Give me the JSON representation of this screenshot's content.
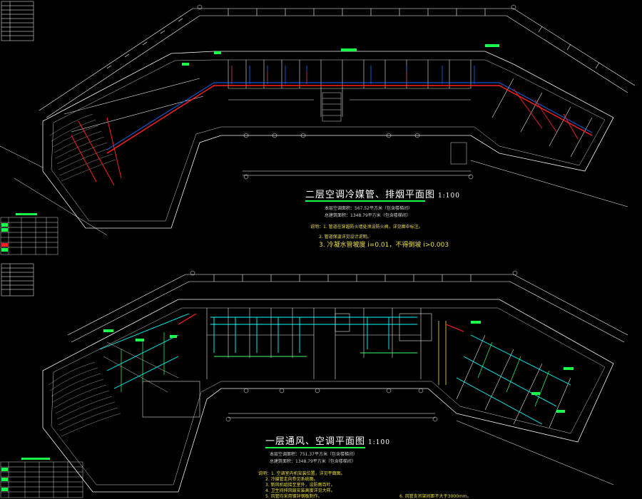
{
  "drawing": {
    "top_plan": {
      "title": "二层空调冷媒管、排烟平面图",
      "scale": "1:100",
      "notes_intro": [
        "本层空调面积：567.52平方米（包含楼梯间）",
        "总建筑面积：1348.79平方米（包含楼梯间）"
      ],
      "notes": [
        "说明：1. 管道在穿越防火墙处须设防火阀，详见图中标注。",
        "2. 管道保温详见设计说明。",
        "3. 冷凝水管坡度 i=0.01，不得倒坡 i>0.003"
      ]
    },
    "bottom_plan": {
      "title": "一层通风、空调平面图",
      "scale": "1:100",
      "notes_intro": [
        "本层空调面积：751.37平方米（包含楼梯间）",
        "总建筑面积：1348.79平方米（包含楼梯间）"
      ],
      "notes": [
        "说明：1. 空调室内机安装位置，详见平面图。",
        "2. 冷媒管走向参见系统图。",
        "3. 新风机组接至室外，设防雨百叶。",
        "4. 卫生间排风扇安装高度详见大样。",
        "5. 风管均采用镀锌钢板制作。",
        "6. 风管支吊架间距不大于3000mm。"
      ]
    },
    "colors": {
      "background": "#000000",
      "wall": "#f2f2f2",
      "dimension": "#ffffff",
      "refrigerant_pipe": "#ff2020",
      "ventilation": "#00ffff",
      "duct": "#3bff6a",
      "equipment": "#1a6bff",
      "text_yellow": "#f0e14a"
    }
  }
}
